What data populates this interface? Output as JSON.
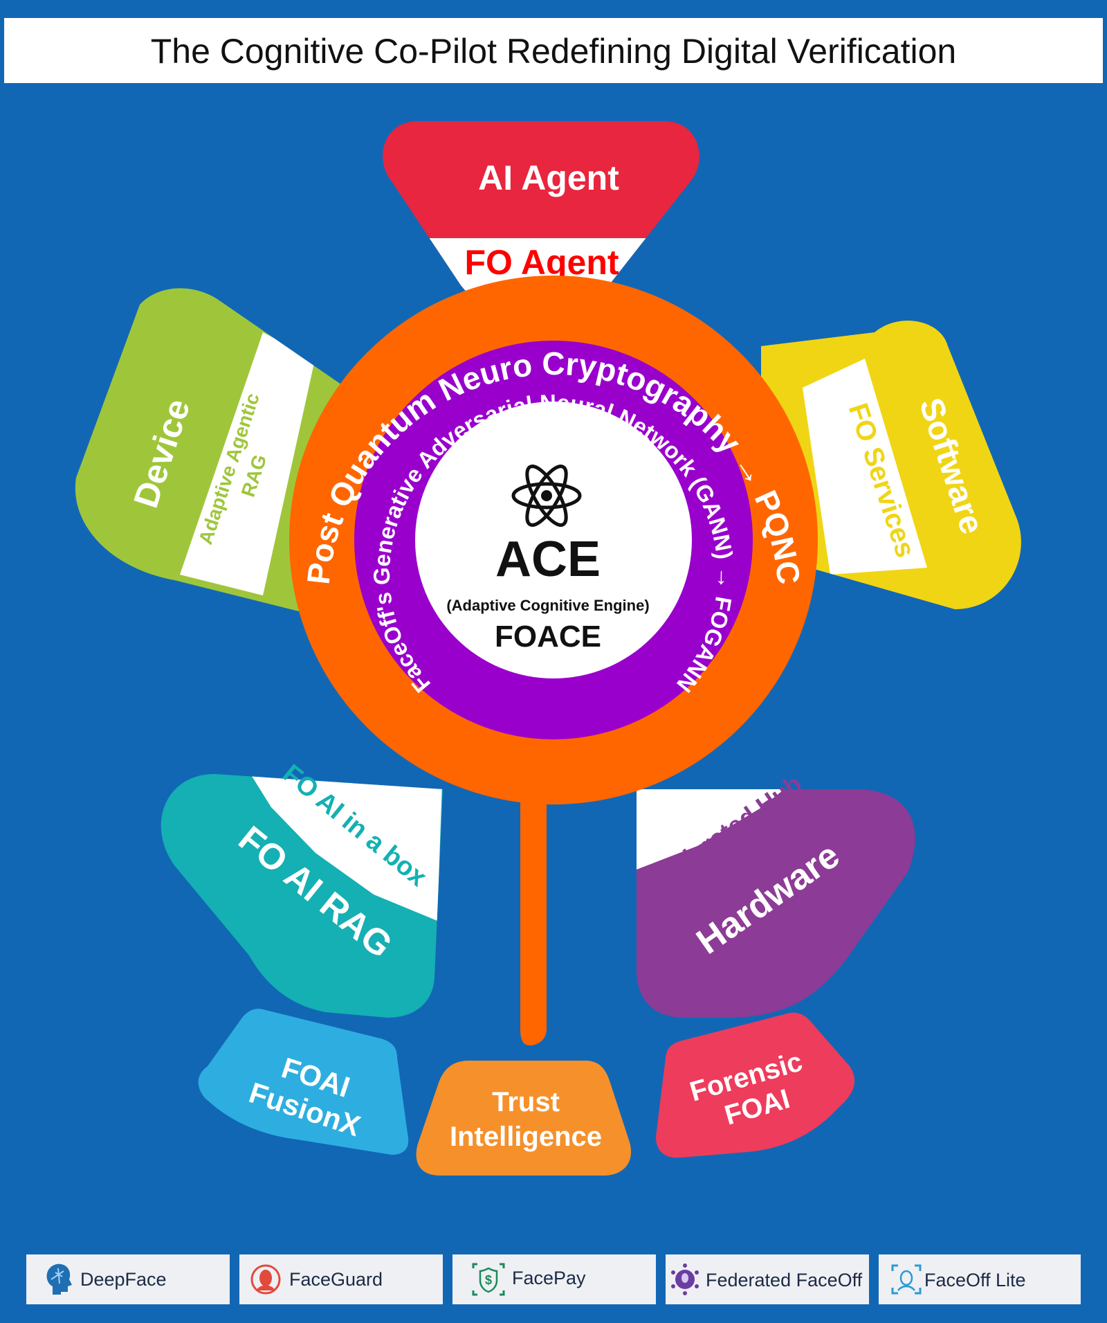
{
  "title": "The Cognitive Co-Pilot Redefining Digital Verification",
  "colors": {
    "background": "#1267b5",
    "top": "#e8263f",
    "device": "#9fc63b",
    "software": "#f0d515",
    "rag": "#14b0b3",
    "hardware": "#8c3b96",
    "fusionx": "#2eaee0",
    "trust": "#f6902b",
    "forensic": "#ee3c5c",
    "orange_ring": "#ff6600",
    "purple_ring": "#9900cc",
    "fo_agent_red": "#ff0000"
  },
  "center": {
    "title": "ACE",
    "subtitle": "(Adaptive Cognitive Engine)",
    "code": "FOACE",
    "icon": "atom-icon"
  },
  "rings": {
    "outer": "Post Quantum Neuro Cryptography → PQNC",
    "inner": "FaceOff's Generative Adversarial Neural Network (GANN) → FOGANN"
  },
  "petals": {
    "top": {
      "main": "AI Agent",
      "band": "FO Agent"
    },
    "left": {
      "main": "Device",
      "band_line1": "Adaptive Agentic",
      "band_line2": "RAG"
    },
    "right": {
      "main": "Software",
      "band": "FO Services"
    },
    "bottom_left": {
      "main": "FO AI RAG",
      "band": "FO AI in a box"
    },
    "bottom_right": {
      "main": "Hardware",
      "band": "Federated Hub"
    }
  },
  "bottom_shapes": {
    "fusionx": {
      "line1": "FOAI",
      "line2": "FusionX"
    },
    "trust": {
      "line1": "Trust",
      "line2": "Intelligence"
    },
    "forensic": {
      "line1": "Forensic",
      "line2": "FOAI"
    }
  },
  "legend": [
    {
      "label": "DeepFace",
      "icon": "head-profile-icon"
    },
    {
      "label": "FaceGuard",
      "icon": "face-shield-icon"
    },
    {
      "label": "FacePay",
      "icon": "dollar-shield-icon"
    },
    {
      "label": "Federated FaceOff",
      "icon": "network-face-icon"
    },
    {
      "label": "FaceOff Lite",
      "icon": "face-scan-icon"
    }
  ]
}
